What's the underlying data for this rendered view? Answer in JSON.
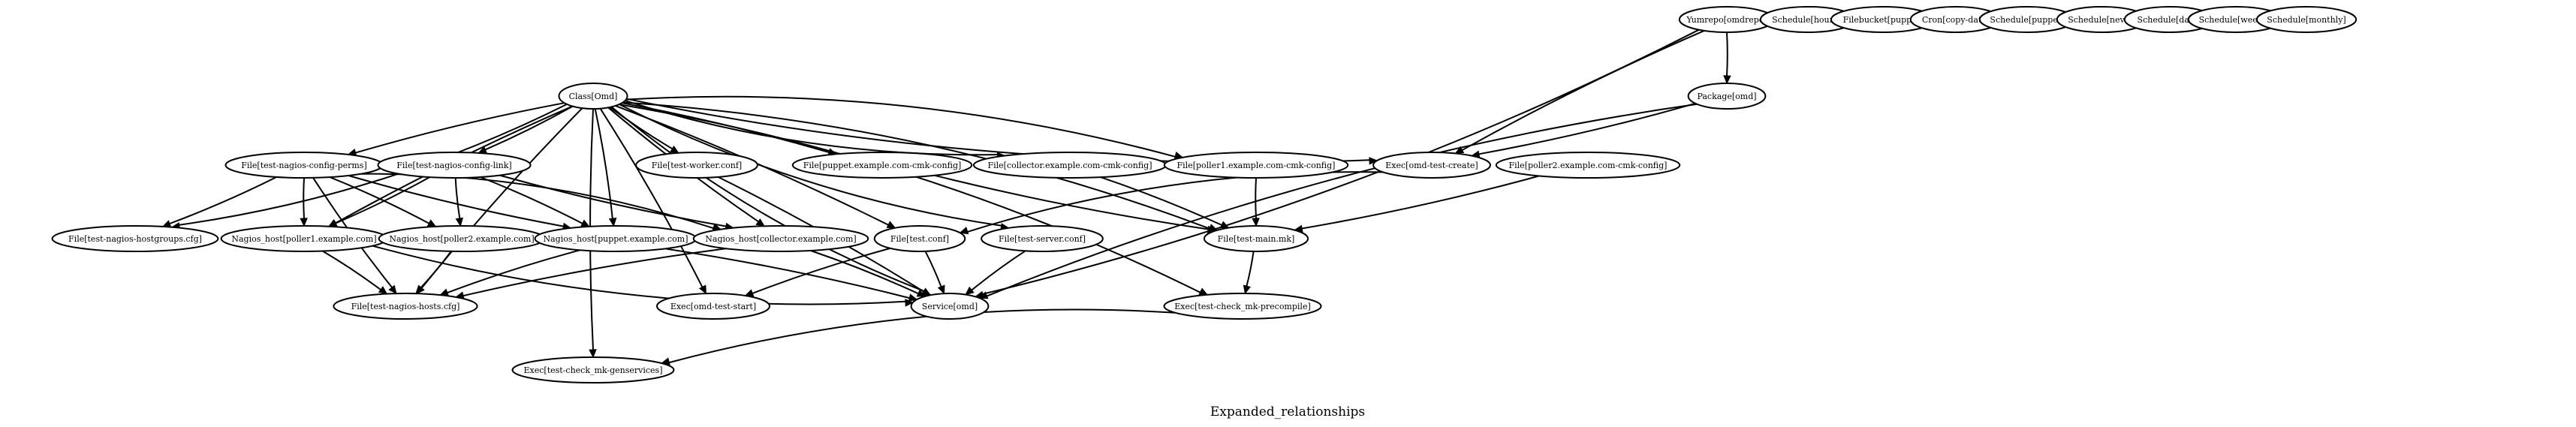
{
  "graph": {
    "title": "Expanded_relationships",
    "nodes": [
      {
        "id": "yumrepo",
        "label": "Yumrepo[omdrepo]"
      },
      {
        "id": "sch_hourly",
        "label": "Schedule[hourly]"
      },
      {
        "id": "filebucket",
        "label": "Filebucket[puppet]"
      },
      {
        "id": "cron",
        "label": "Cron[copy-data]"
      },
      {
        "id": "sch_puppet",
        "label": "Schedule[puppet]"
      },
      {
        "id": "sch_never",
        "label": "Schedule[never]"
      },
      {
        "id": "sch_daily",
        "label": "Schedule[daily]"
      },
      {
        "id": "sch_weekly",
        "label": "Schedule[weekly]"
      },
      {
        "id": "sch_monthly",
        "label": "Schedule[monthly]"
      },
      {
        "id": "class",
        "label": "Class[Omd]"
      },
      {
        "id": "package",
        "label": "Package[omd]"
      },
      {
        "id": "f_nagios_perms",
        "label": "File[test-nagios-config-perms]"
      },
      {
        "id": "f_nagios_link",
        "label": "File[test-nagios-config-link]"
      },
      {
        "id": "f_worker",
        "label": "File[test-worker.conf]"
      },
      {
        "id": "f_puppet_cmk",
        "label": "File[puppet.example.com-cmk-config]"
      },
      {
        "id": "f_collector_cmk",
        "label": "File[collector.example.com-cmk-config]"
      },
      {
        "id": "f_poller1_cmk",
        "label": "File[poller1.example.com-cmk-config]"
      },
      {
        "id": "exec_create",
        "label": "Exec[omd-test-create]"
      },
      {
        "id": "f_poller2_cmk",
        "label": "File[poller2.example.com-cmk-config]"
      },
      {
        "id": "f_hostgroups",
        "label": "File[test-nagios-hostgroups.cfg]"
      },
      {
        "id": "nh_poller1",
        "label": "Nagios_host[poller1.example.com]"
      },
      {
        "id": "nh_poller2",
        "label": "Nagios_host[poller2.example.com]"
      },
      {
        "id": "nh_puppet",
        "label": "Nagios_host[puppet.example.com]"
      },
      {
        "id": "nh_collector",
        "label": "Nagios_host[collector.example.com]"
      },
      {
        "id": "f_test_conf",
        "label": "File[test.conf]"
      },
      {
        "id": "f_server",
        "label": "File[test-server.conf]"
      },
      {
        "id": "f_main_mk",
        "label": "File[test-main.mk]"
      },
      {
        "id": "f_hosts_cfg",
        "label": "File[test-nagios-hosts.cfg]"
      },
      {
        "id": "exec_start",
        "label": "Exec[omd-test-start]"
      },
      {
        "id": "service",
        "label": "Service[omd]"
      },
      {
        "id": "exec_precompile",
        "label": "Exec[test-check_mk-precompile]"
      },
      {
        "id": "exec_genservices",
        "label": "Exec[test-check_mk-genservices]"
      }
    ],
    "edges": [
      [
        "yumrepo",
        "package"
      ],
      [
        "yumrepo",
        "exec_create"
      ],
      [
        "yumrepo",
        "service"
      ],
      [
        "class",
        "f_nagios_perms"
      ],
      [
        "class",
        "f_nagios_link"
      ],
      [
        "class",
        "f_worker"
      ],
      [
        "class",
        "f_puppet_cmk"
      ],
      [
        "class",
        "f_collector_cmk"
      ],
      [
        "class",
        "f_poller1_cmk"
      ],
      [
        "class",
        "exec_create"
      ],
      [
        "class",
        "f_hostgroups"
      ],
      [
        "class",
        "nh_poller1"
      ],
      [
        "class",
        "nh_puppet"
      ],
      [
        "class",
        "nh_collector"
      ],
      [
        "class",
        "f_test_conf"
      ],
      [
        "class",
        "f_server"
      ],
      [
        "class",
        "f_main_mk"
      ],
      [
        "class",
        "f_hosts_cfg"
      ],
      [
        "class",
        "exec_start"
      ],
      [
        "class",
        "service"
      ],
      [
        "class",
        "exec_precompile"
      ],
      [
        "class",
        "exec_genservices"
      ],
      [
        "package",
        "exec_create"
      ],
      [
        "package",
        "service"
      ],
      [
        "f_nagios_perms",
        "f_hostgroups"
      ],
      [
        "f_nagios_perms",
        "nh_poller1"
      ],
      [
        "f_nagios_perms",
        "nh_poller2"
      ],
      [
        "f_nagios_perms",
        "nh_puppet"
      ],
      [
        "f_nagios_perms",
        "nh_collector"
      ],
      [
        "f_nagios_perms",
        "f_hosts_cfg"
      ],
      [
        "f_nagios_link",
        "nh_poller1"
      ],
      [
        "f_nagios_link",
        "nh_poller2"
      ],
      [
        "f_nagios_link",
        "nh_puppet"
      ],
      [
        "f_nagios_link",
        "nh_collector"
      ],
      [
        "f_worker",
        "service"
      ],
      [
        "f_puppet_cmk",
        "f_main_mk"
      ],
      [
        "f_collector_cmk",
        "f_main_mk"
      ],
      [
        "f_poller1_cmk",
        "f_main_mk"
      ],
      [
        "f_poller2_cmk",
        "f_main_mk"
      ],
      [
        "exec_create",
        "f_test_conf"
      ],
      [
        "nh_poller1",
        "f_hosts_cfg"
      ],
      [
        "nh_poller1",
        "service"
      ],
      [
        "nh_poller2",
        "f_hosts_cfg"
      ],
      [
        "nh_puppet",
        "f_hosts_cfg"
      ],
      [
        "nh_puppet",
        "service"
      ],
      [
        "nh_collector",
        "f_hosts_cfg"
      ],
      [
        "nh_collector",
        "service"
      ],
      [
        "f_test_conf",
        "exec_start"
      ],
      [
        "f_test_conf",
        "service"
      ],
      [
        "f_server",
        "service"
      ],
      [
        "f_main_mk",
        "exec_precompile"
      ],
      [
        "exec_precompile",
        "exec_genservices"
      ]
    ]
  }
}
